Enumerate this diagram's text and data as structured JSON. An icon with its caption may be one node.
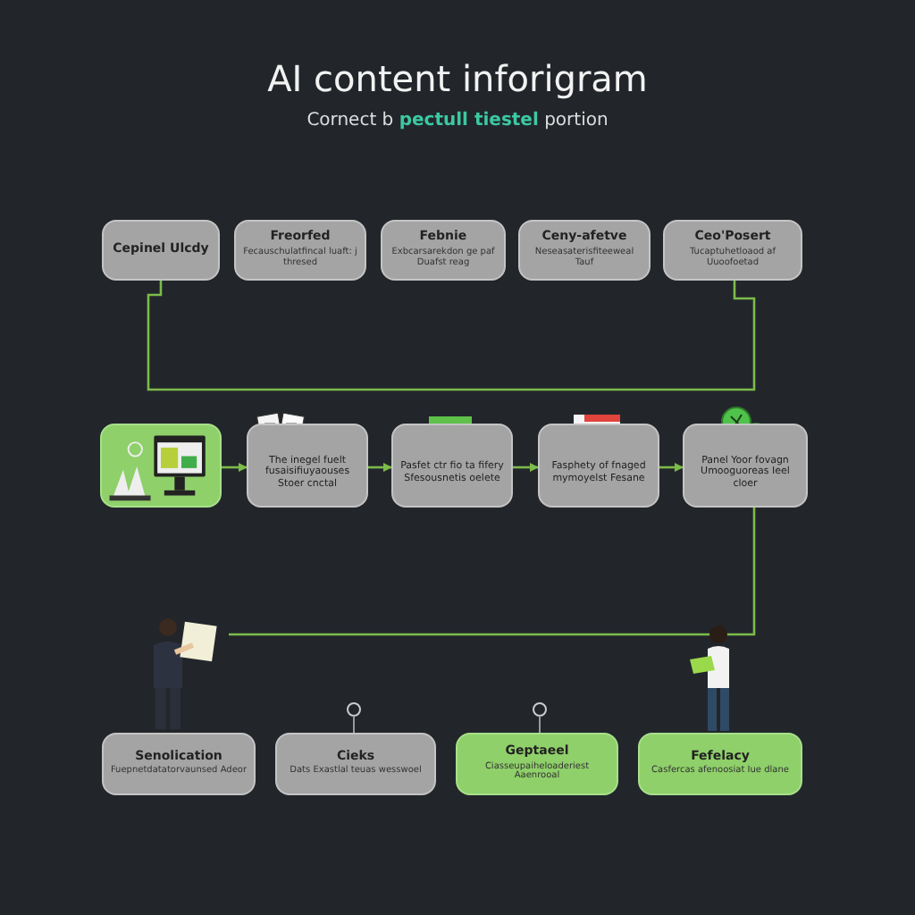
{
  "diagram": {
    "title": "AI content inforigram",
    "nodes": [
      {
        "text": [
          "Cepinel Ulcdy"
        ]
      },
      {
        "text": [
          "Freorfed",
          "Fecauschulatfincal luaft: j thresed"
        ]
      },
      {
        "text": [
          "Febnie",
          "Exbcarsarekdon ge paf Duafst reag"
        ]
      },
      {
        "text": [
          "Ceny-afetve",
          "Neseasaterisfiteeweal Tauf"
        ]
      },
      {
        "text": [
          "Ceo'Posert",
          "Tucaptuhetloaod af Uuoofoetad"
        ]
      },
      {
        "text": [],
        "shape": "picture"
      },
      {
        "text": [
          "The inegel fuelt fusaisifiuyaouses Stoer cnctal"
        ]
      },
      {
        "text": [
          "Pasfet ctr fio ta fifery Sfesousnetis oelete"
        ]
      },
      {
        "text": [
          "Fasphety of fnaged mymoyelst Fesane"
        ]
      },
      {
        "text": [
          "Panel Yoor fovagn Umooguoreas Ieel cloer"
        ]
      },
      {
        "text": [],
        "shape": "person"
      },
      {
        "text": [
          "Senolication",
          "Fuepnetdatatorvaunsed Adeor"
        ]
      },
      {
        "text": [
          "Cieks",
          "Dats Exastlal teuas wesswoel"
        ]
      },
      {
        "text": [
          "Geptaeel",
          "Ciasseupaiheloaderiest Aaenrooal"
        ]
      },
      {
        "text": [
          "Fefelacy",
          "Casfercas afenoosiat Iue dlane"
        ]
      }
    ],
    "edges": [
      {
        "from": 0,
        "to": 4,
        "arrow": "none"
      },
      {
        "from": 5,
        "to": 6,
        "arrow": "to"
      },
      {
        "from": 6,
        "to": 7,
        "arrow": "to"
      },
      {
        "from": 7,
        "to": 8,
        "arrow": "to"
      },
      {
        "from": 8,
        "to": 9,
        "arrow": "to"
      },
      {
        "from": 9,
        "to": 10,
        "arrow": "none"
      }
    ],
    "labels": [
      "Cornect b **pectull tiestel** portion"
    ]
  }
}
